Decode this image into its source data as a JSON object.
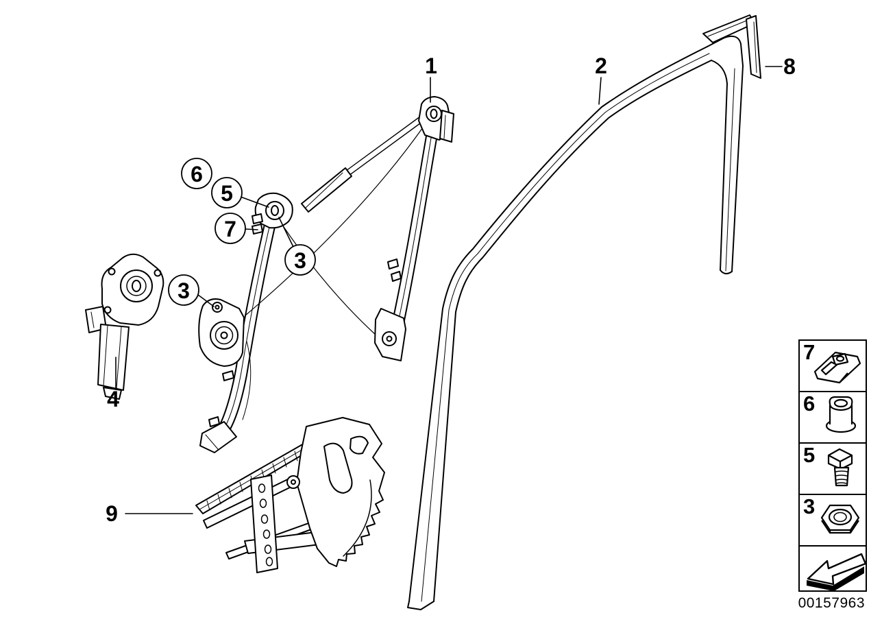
{
  "diagram": {
    "doc_number": "00157963"
  },
  "callouts": {
    "n1": {
      "label": "1"
    },
    "n2": {
      "label": "2"
    },
    "n4": {
      "label": "4"
    },
    "n8": {
      "label": "8"
    },
    "n9": {
      "label": "9"
    },
    "c3a": {
      "label": "3"
    },
    "c3b": {
      "label": "3"
    },
    "c5": {
      "label": "5"
    },
    "c6": {
      "label": "6"
    },
    "c7": {
      "label": "7"
    }
  },
  "legend": {
    "items": [
      {
        "label": "7",
        "icon": "clamp-nut-icon"
      },
      {
        "label": "6",
        "icon": "flange-nut-icon"
      },
      {
        "label": "5",
        "icon": "hex-bolt-icon"
      },
      {
        "label": "3",
        "icon": "hex-nut-icon"
      },
      {
        "label": "",
        "icon": "direction-arrow-icon"
      }
    ]
  }
}
